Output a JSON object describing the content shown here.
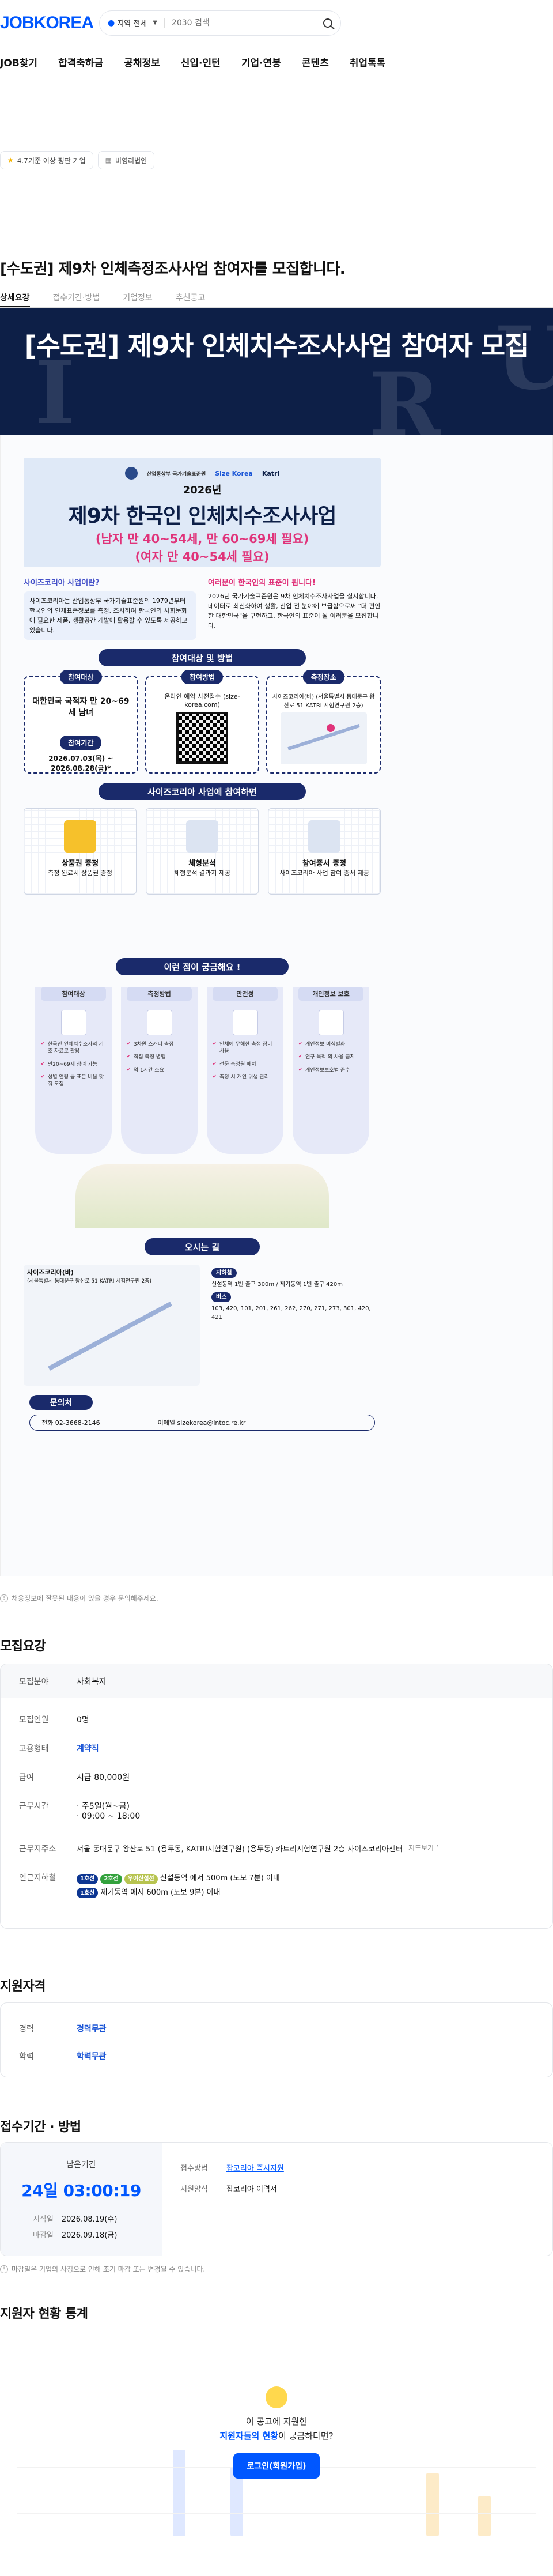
{
  "header": {
    "logo": "JOBKOREA",
    "search_region": "지역 전체",
    "search_placeholder": "2030 검색"
  },
  "gnb": [
    "JOB찾기",
    "합격축하금",
    "공채정보",
    "신입·인턴",
    "기업·연봉",
    "콘텐츠",
    "취업톡톡"
  ],
  "chips": [
    "4.7기준 이상 평판 기업",
    "비영리법인"
  ],
  "job_title": "[수도권] 제9차 인체측정조사사업 참여자를 모집합니다.",
  "tabs": [
    "상세요강",
    "접수기간·방법",
    "기업정보",
    "추천공고"
  ],
  "banner_title": "[수도권] 제9차 인체치수조사사업 참여자 모집",
  "poster": {
    "logos": [
      "산업통상부 국가기술표준원",
      "Size Korea",
      "Katri"
    ],
    "year": "2026년",
    "main": "제9차 한국인 인체치수조사사업",
    "sub1": "(남자 만 40~54세, 만 60~69세 필요)",
    "sub2": "(여자 만 40~54세 필요)",
    "q1": "사이즈코리아 사업이란?",
    "q1_text": "사이즈코리아는 산업통상부 국가기술표준원의 1979년부터 한국인의 인체표준정보를 측정, 조사하여 한국인의 사회문화에 필요한 제품, 생활공간 개발에 활용할 수 있도록 제공하고 있습니다.",
    "q2": "여러분이 한국인의 표준이 됩니다!",
    "q2_text": "2026년 국가기술표준원은 9차 인체치수조사사업을 실시합니다. 데이터로 최신화하여 생활, 산업 전 분야에 보급함으로써 \"더 편안한 대한민국\"을 구현하고, 한국인의 표준이 될 여러분을 모집합니다.",
    "band1": "참여대상 및 방법",
    "card1_title": "참여대상",
    "card1_text": "대한민국 국적자 만 20~69세 남녀",
    "card2_title": "참여방법",
    "card2_text": "온라인 예약 사전접수 (size-korea.com)",
    "card3_title": "측정장소",
    "card3_text": "사이즈코리아(바) (서울특별시 동대문구 왕산로 51 KATRI 시험연구원 2층)",
    "card4_title": "참여기간",
    "card4_text": "2026.07.03(목) ~ 2026.08.28(금)*",
    "band2": "사이즈코리아 사업에 참여하면",
    "grid": [
      {
        "title": "상품권 증정",
        "text": "측정 완료시 상품권 증정"
      },
      {
        "title": "체형분석",
        "text": "체형분석 결과지 제공"
      },
      {
        "title": "참여증서 증정",
        "text": "사이즈코리아 사업 참여 증서 제공"
      }
    ],
    "band3": "이런 점이 궁금해요 !",
    "pillars": [
      {
        "title": "참여대상",
        "items": [
          "한국인 인체치수조사의 기초 자료로 활용",
          "만20~69세 참여 가능",
          "성별 연령 등 표본 비율 맞춰 모집"
        ]
      },
      {
        "title": "측정방법",
        "items": [
          "3차원 스캐너 측정",
          "직접 측정 병행",
          "약 1시간 소요"
        ]
      },
      {
        "title": "안전성",
        "items": [
          "인체에 무해한 측정 장비 사용",
          "전문 측정원 배치",
          "측정 시 개인 위생 관리"
        ]
      },
      {
        "title": "개인정보 보호",
        "items": [
          "개인정보 비식별화",
          "연구 목적 외 사용 금지",
          "개인정보보호법 준수"
        ]
      }
    ],
    "band4": "오시는 길",
    "route_title": "사이즈코리아(바)",
    "route_addr": "(서울특별시 동대문구 왕산로 51 KATRI 시험연구원 2층)",
    "route_subway_lbl": "지하철",
    "route_subway": "신설동역 1번 출구 300m / 제기동역 1번 출구 420m",
    "route_bus_lbl": "버스",
    "route_bus": "103, 420, 101, 201, 261, 262, 270, 271, 273, 301, 420, 421",
    "contact_head": "문의처",
    "contact_phone": "전화  02-3668-2146",
    "contact_email": "이메일  sizekorea@intoc.re.kr"
  },
  "notice": "채용정보에 잘못된 내용이 있을 경우 문의해주세요.",
  "summary": {
    "title": "모집요강",
    "field_k": "모집분야",
    "field_v": "사회복지",
    "count_k": "모집인원",
    "count_v": "0명",
    "type_k": "고용형태",
    "type_v": "계약직",
    "pay_k": "급여",
    "pay_v": "시급 80,000원",
    "time_k": "근무시간",
    "time_v1": "· 주5일(월~금)",
    "time_v2": "· 09:00 ~ 18:00",
    "addr_k": "근무지주소",
    "addr_v": "서울 동대문구 왕산로 51 (용두동, KATRI시험연구원) (용두동) 카트리시험연구원 2층 사이즈코리아센터",
    "addr_map": "지도보기",
    "metro_k": "인근지하철",
    "metro1": "신설동역 에서 500m (도보 7분) 이내",
    "metro2": "제기동역 에서 600m (도보 9분) 이내",
    "line1": "1호선",
    "line2": "2호선",
    "line_ui": "우이신설선"
  },
  "qualification": {
    "title": "지원자격",
    "career_k": "경력",
    "career_v": "경력무관",
    "edu_k": "학력",
    "edu_v": "학력무관"
  },
  "apply": {
    "title": "접수기간 · 방법",
    "remain_cap": "남은기간",
    "remain": "24일 03:00:19",
    "start_k": "시작일",
    "start_v": "2026.08.19(수)",
    "end_k": "마감일",
    "end_v": "2026.09.18(금)",
    "method_k": "접수방법",
    "method_v": "잡코리아 즉시지원",
    "form_k": "지원양식",
    "form_v": "잡코리아 이력서",
    "note": "마감일은 기업의 사정으로 인해 조기 마감 또는 변경될 수 있습니다."
  },
  "stats": {
    "title": "지원자 현황 통계",
    "line1": "이 공고에 지원한",
    "line2_b": "지원자들의 현황",
    "line2_rest": "이 궁금하다면?",
    "button": "로그인(회원가입)"
  },
  "colors": {
    "brand": "#0057ff",
    "banner": "#0d1f47",
    "accent": "#e0337a"
  }
}
